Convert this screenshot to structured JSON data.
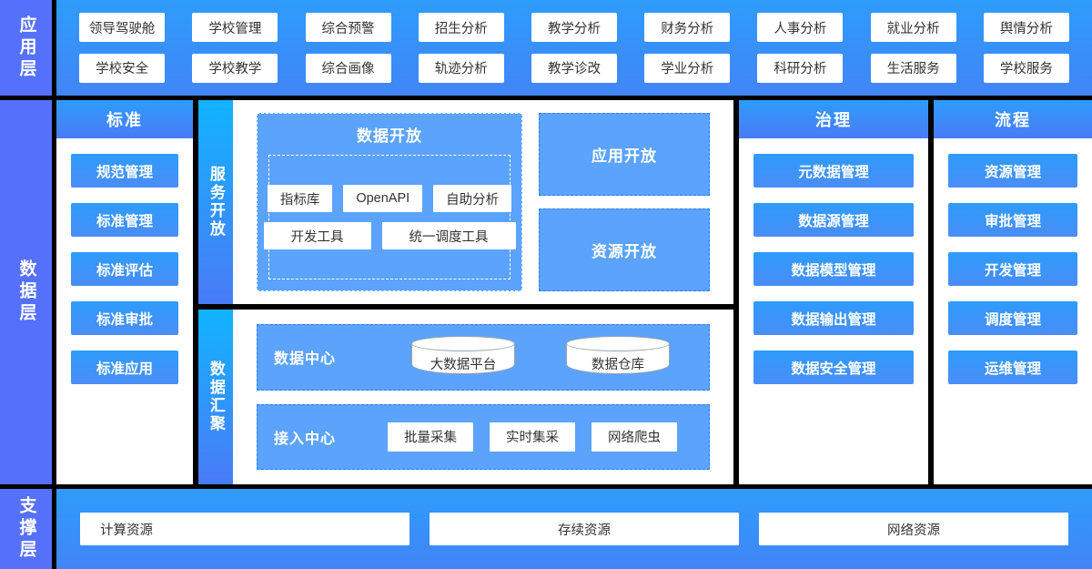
{
  "layers": {
    "application": {
      "rail_label": "应用层"
    },
    "data": {
      "rail_label": "数据层"
    },
    "support": {
      "rail_label": "支撑层"
    }
  },
  "application_layer": {
    "row1": [
      {
        "label": "领导驾驶舱"
      },
      {
        "label": "学校管理"
      },
      {
        "label": "综合预警"
      },
      {
        "label": "招生分析"
      },
      {
        "label": "教学分析"
      },
      {
        "label": "财务分析"
      },
      {
        "label": "人事分析"
      },
      {
        "label": "就业分析"
      },
      {
        "label": "舆情分析"
      }
    ],
    "row2": [
      {
        "label": "学校安全"
      },
      {
        "label": "学校教学"
      },
      {
        "label": "综合画像"
      },
      {
        "label": "轨迹分析"
      },
      {
        "label": "教学诊改"
      },
      {
        "label": "学业分析"
      },
      {
        "label": "科研分析"
      },
      {
        "label": "生活服务"
      },
      {
        "label": "学校服务"
      }
    ]
  },
  "standard_column": {
    "title": "标准",
    "items": [
      {
        "label": "规范管理"
      },
      {
        "label": "标准管理"
      },
      {
        "label": "标准评估"
      },
      {
        "label": "标准审批"
      },
      {
        "label": "标准应用"
      }
    ]
  },
  "service_band": {
    "rail_label": "服务开放",
    "data_open": {
      "title": "数据开放",
      "tools_row1": [
        {
          "label": "指标库"
        },
        {
          "label": "OpenAPI"
        },
        {
          "label": "自助分析"
        }
      ],
      "tools_row2": [
        {
          "label": "开发工具"
        },
        {
          "label": "统一调度工具"
        }
      ]
    },
    "side_boxes": [
      {
        "label": "应用开放"
      },
      {
        "label": "资源开放"
      }
    ]
  },
  "aggregate_band": {
    "rail_label": "数据汇聚",
    "rows": [
      {
        "label": "数据中心",
        "kind": "cylinder",
        "items": [
          {
            "label": "大数据平台"
          },
          {
            "label": "数据仓库"
          }
        ]
      },
      {
        "label": "接入中心",
        "kind": "chip",
        "items": [
          {
            "label": "批量采集"
          },
          {
            "label": "实时集采"
          },
          {
            "label": "网络爬虫"
          }
        ]
      }
    ]
  },
  "governance_column": {
    "title": "治理",
    "items": [
      {
        "label": "元数据管理"
      },
      {
        "label": "数据源管理"
      },
      {
        "label": "数据模型管理"
      },
      {
        "label": "数据输出管理"
      },
      {
        "label": "数据安全管理"
      }
    ]
  },
  "process_column": {
    "title": "流程",
    "items": [
      {
        "label": "资源管理"
      },
      {
        "label": "审批管理"
      },
      {
        "label": "开发管理"
      },
      {
        "label": "调度管理"
      },
      {
        "label": "运维管理"
      }
    ]
  },
  "support_layer": {
    "items": [
      {
        "label": "计算资源",
        "align": "left"
      },
      {
        "label": "存续资源",
        "align": "center"
      },
      {
        "label": "网络资源",
        "align": "center"
      }
    ]
  },
  "colors": {
    "rail_purple": "#5570fb",
    "band_top_blue": "#2e9cfb",
    "band_bottom_blue": "#4285f7",
    "panel_blue": "#5ba3fd",
    "dashed_blue": "#2f7ef0",
    "frame_black": "#000000",
    "chip_white": "#ffffff",
    "text_dark": "#333333"
  }
}
